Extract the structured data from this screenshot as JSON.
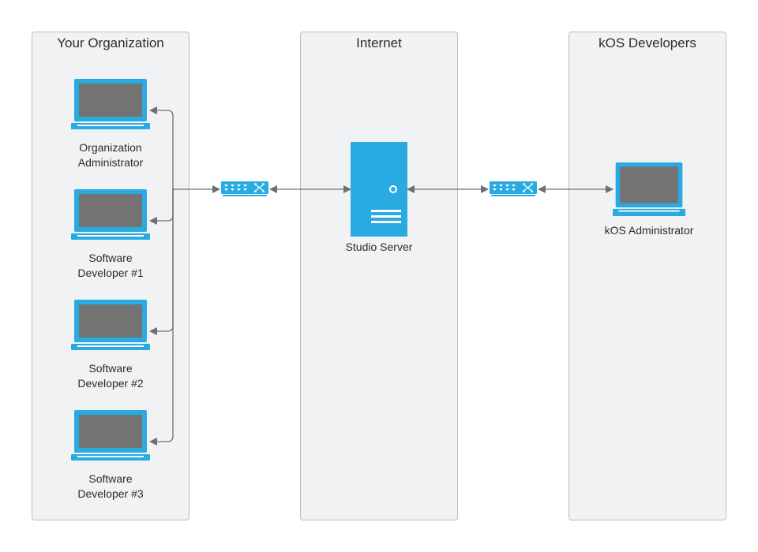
{
  "panels": {
    "left": {
      "title": "Your Organization"
    },
    "middle": {
      "title": "Internet"
    },
    "right": {
      "title": "kOS Developers"
    }
  },
  "nodes": {
    "org_admin": {
      "line1": "Organization",
      "line2": "Administrator"
    },
    "dev1": {
      "line1": "Software",
      "line2": "Developer #1"
    },
    "dev2": {
      "line1": "Software",
      "line2": "Developer #2"
    },
    "dev3": {
      "line1": "Software",
      "line2": "Developer #3"
    },
    "studio_server": {
      "label": "Studio Server"
    },
    "kos_admin": {
      "label": "kOS Administrator"
    }
  },
  "colors": {
    "device_blue": "#29abe2",
    "screen_gray": "#737373",
    "connector": "#6d6f73",
    "panel_fill": "#f1f2f4",
    "panel_border": "#b8bbc0"
  },
  "icons": {
    "laptop": "laptop-icon",
    "switch": "network-switch-icon",
    "server": "server-icon"
  }
}
